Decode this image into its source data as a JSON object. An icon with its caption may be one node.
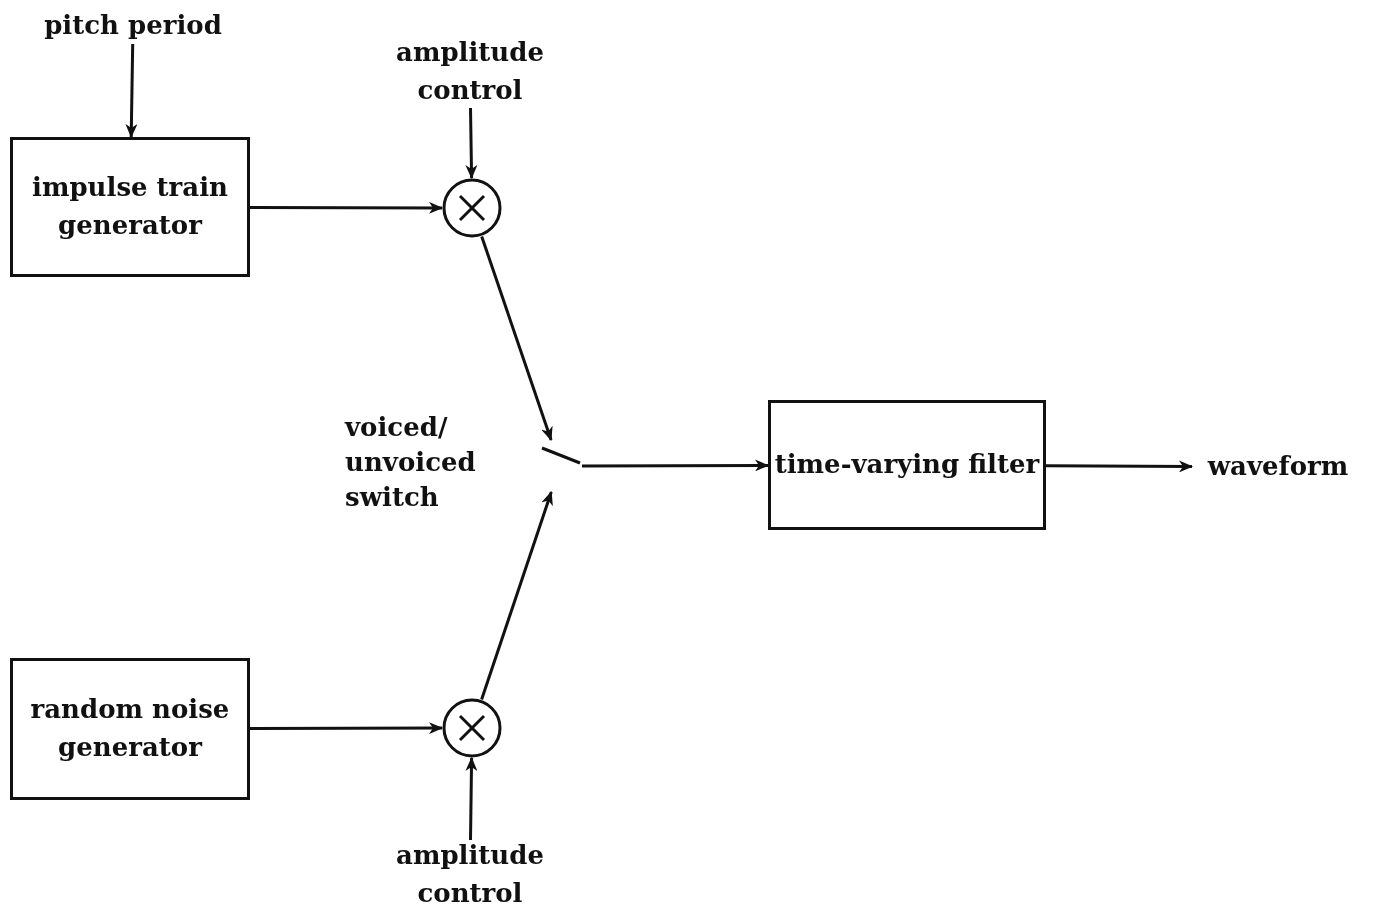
{
  "diagram": {
    "nodes": [
      {
        "text": [
          "pitch period"
        ]
      },
      {
        "text": [
          "impulse train generator"
        ]
      },
      {
        "text": [
          "amplitude control"
        ]
      },
      {
        "text": [],
        "shape": "circle"
      },
      {
        "text": [],
        "shape": "picture",
        "beside": [
          "voiced/ unvoiced switch"
        ]
      },
      {
        "text": [
          "time-varying filter"
        ]
      },
      {
        "text": [
          "waveform"
        ]
      },
      {
        "text": [
          "random noise generator"
        ]
      },
      {
        "text": [],
        "shape": "circle"
      },
      {
        "text": [
          "amplitude control"
        ]
      }
    ],
    "edges": [
      {
        "from": 0,
        "to": 1,
        "arrow": "to"
      },
      {
        "from": 1,
        "to": 3,
        "arrow": "to"
      },
      {
        "from": 2,
        "to": 3,
        "arrow": "to"
      },
      {
        "from": 3,
        "to": 4,
        "arrow": "to"
      },
      {
        "from": 4,
        "to": 5,
        "arrow": "to"
      },
      {
        "from": 5,
        "to": 6,
        "arrow": "to"
      },
      {
        "from": 7,
        "to": 8,
        "arrow": "to"
      },
      {
        "from": 9,
        "to": 8,
        "arrow": "to"
      },
      {
        "from": 8,
        "to": 4,
        "arrow": "to"
      }
    ]
  }
}
